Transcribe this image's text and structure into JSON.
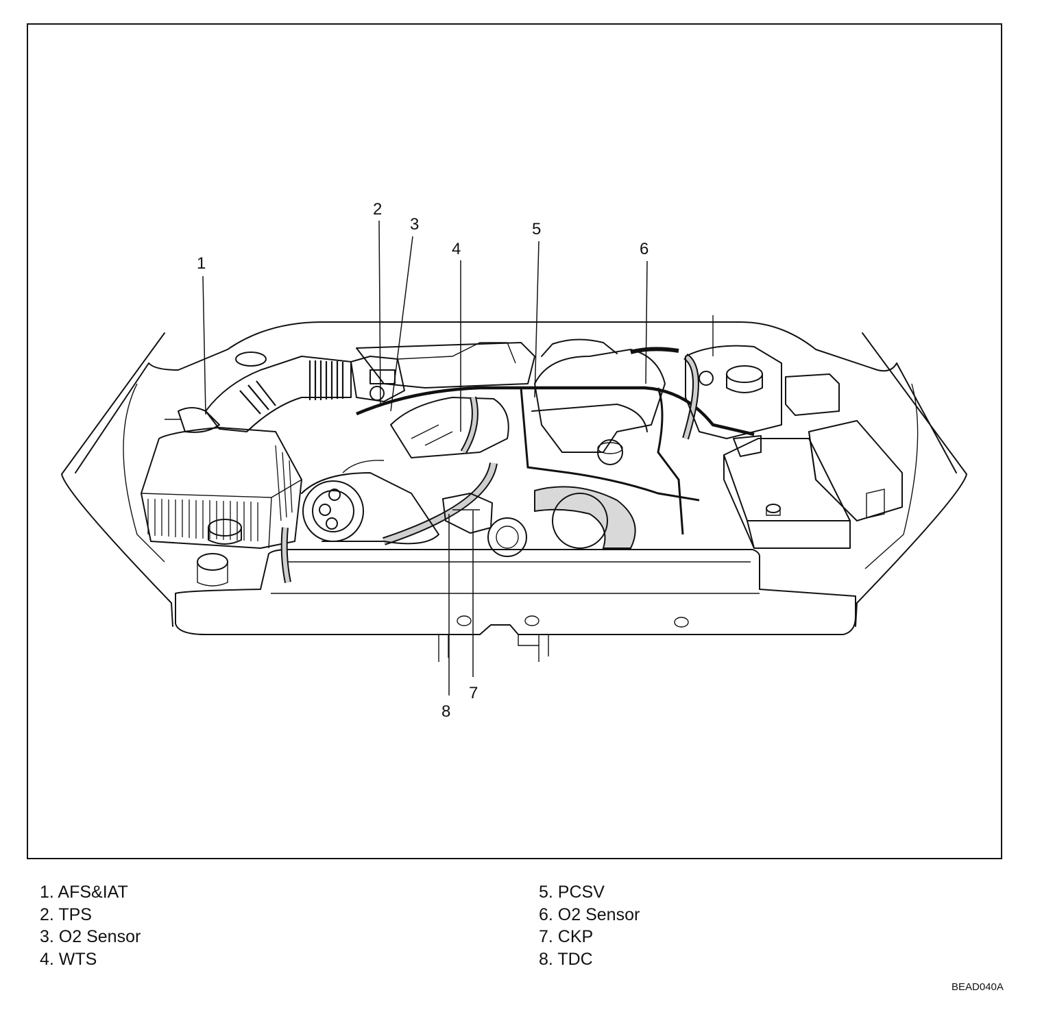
{
  "callouts": {
    "c1": "1",
    "c2": "2",
    "c3": "3",
    "c4": "4",
    "c5": "5",
    "c6": "6",
    "c7": "7",
    "c8": "8"
  },
  "legend": {
    "left": [
      "1. AFS&IAT",
      "2. TPS",
      "3. O2 Sensor",
      "4. WTS"
    ],
    "right": [
      "5. PCSV",
      "6. O2 Sensor",
      "7. CKP",
      "8. TDC"
    ]
  },
  "figure_code": "BEAD040A"
}
